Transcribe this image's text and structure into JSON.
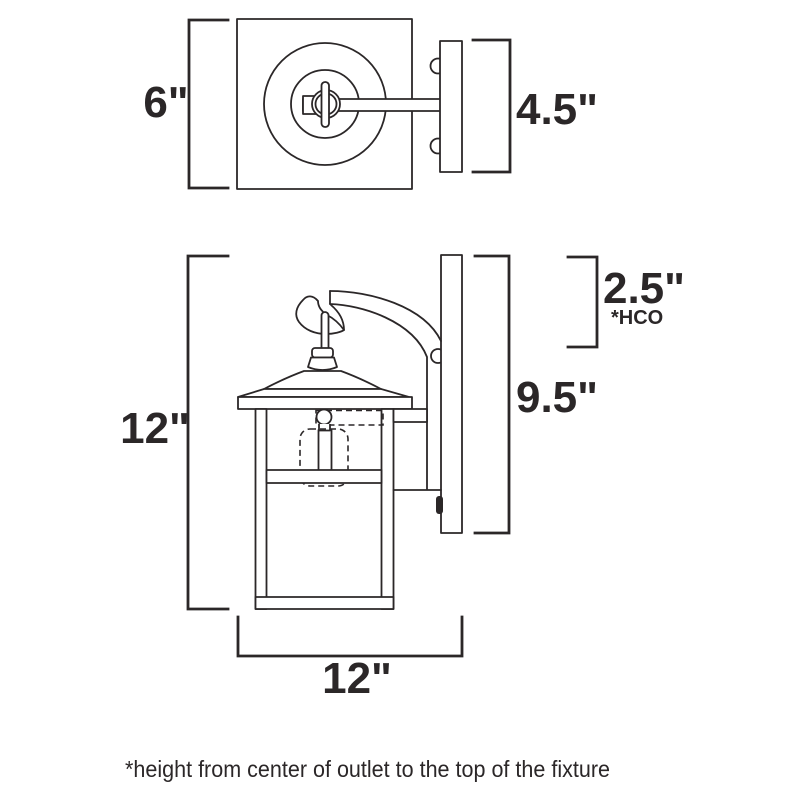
{
  "colors": {
    "line": "#2b2728",
    "background": "#ffffff"
  },
  "views": {
    "top": {
      "labels": {
        "plate_height": "6\"",
        "backplate_height": "4.5\""
      }
    },
    "side": {
      "labels": {
        "fixture_height": "12\"",
        "backplate_length": "9.5\"",
        "hco_value": "2.5\"",
        "hco_tag": "*HCO",
        "fixture_width": "12\""
      }
    }
  },
  "footnote": "*height from center of outlet to the top of the fixture"
}
